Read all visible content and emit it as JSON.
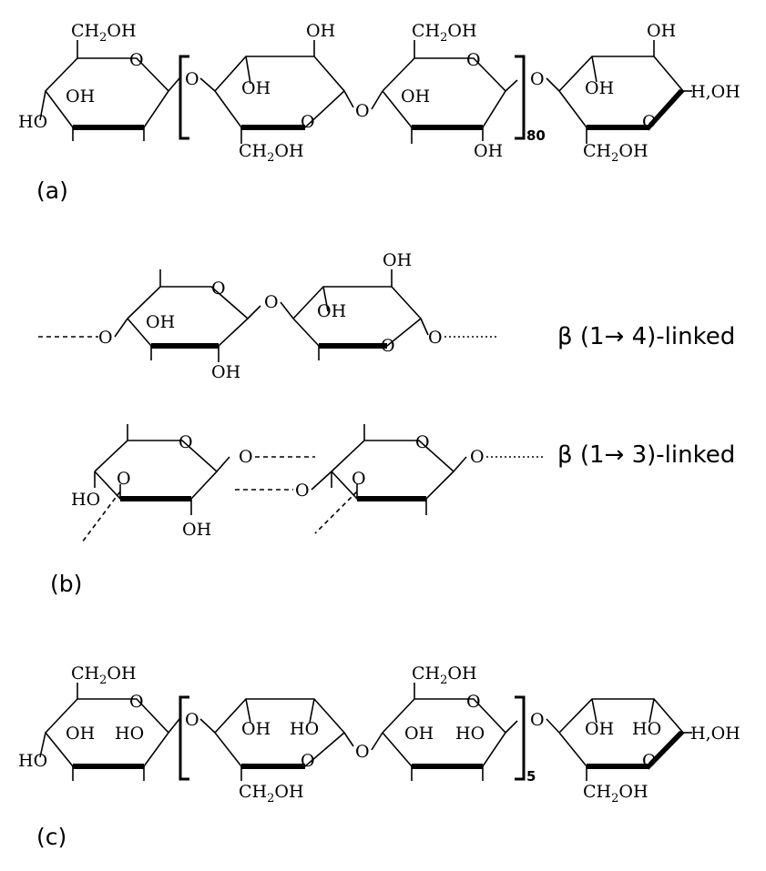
{
  "labels": {
    "ch2oh": "CH",
    "ch2oh_sub": "2",
    "ch2oh_tail": "OH",
    "oh": "OH",
    "ho": "HO",
    "o": "O",
    "hoh": "H,OH"
  },
  "panel_a": {
    "caption": "(a)",
    "repeat": "80"
  },
  "panel_b": {
    "caption": "(b)",
    "link_14": "β (1→ 4)-linked",
    "link_13": "β (1→ 3)-linked"
  },
  "panel_c": {
    "caption": "(c)",
    "repeat": "5"
  }
}
